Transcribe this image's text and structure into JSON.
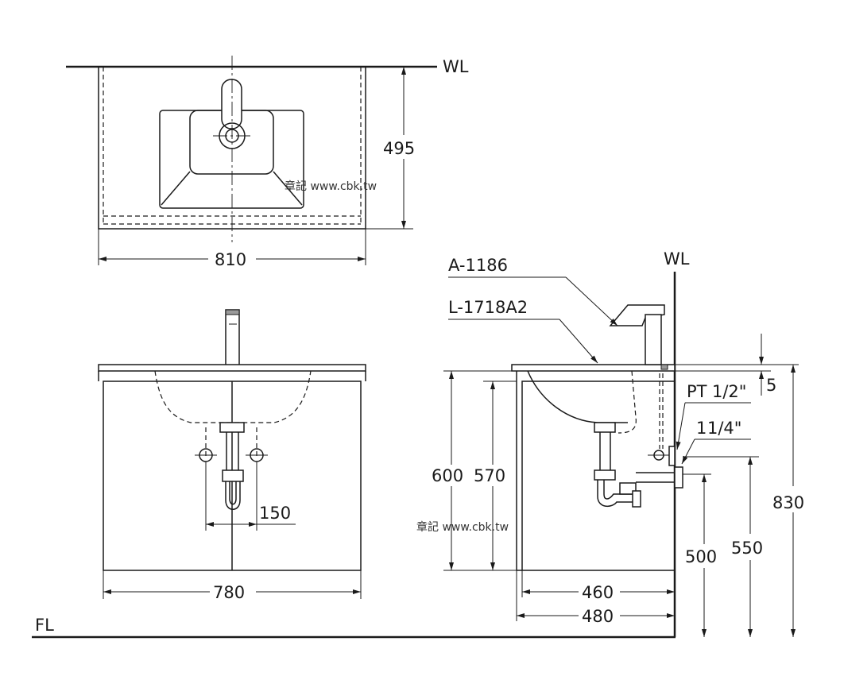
{
  "labels": {
    "wl_top": "WL",
    "wl_side": "WL",
    "fl": "FL",
    "faucet_model": "A-1186",
    "basin_model": "L-1718A2",
    "pt_thread": "PT",
    "pt_frac": "1/2\"",
    "drain_int": "1",
    "drain_frac": "1/4\""
  },
  "dimensions": {
    "top_width": "810",
    "top_depth": "495",
    "front_width": "780",
    "supply_spacing": "150",
    "cabinet_height_600": "600",
    "cabinet_height_570": "570",
    "depth_460": "460",
    "depth_480": "480",
    "rim_offset": "5",
    "total_height": "830",
    "drain_height": "550",
    "supply_height": "500"
  },
  "watermark": {
    "top": "章記 www.cbk.tw",
    "bottom": "章記 www.cbk.tw"
  }
}
